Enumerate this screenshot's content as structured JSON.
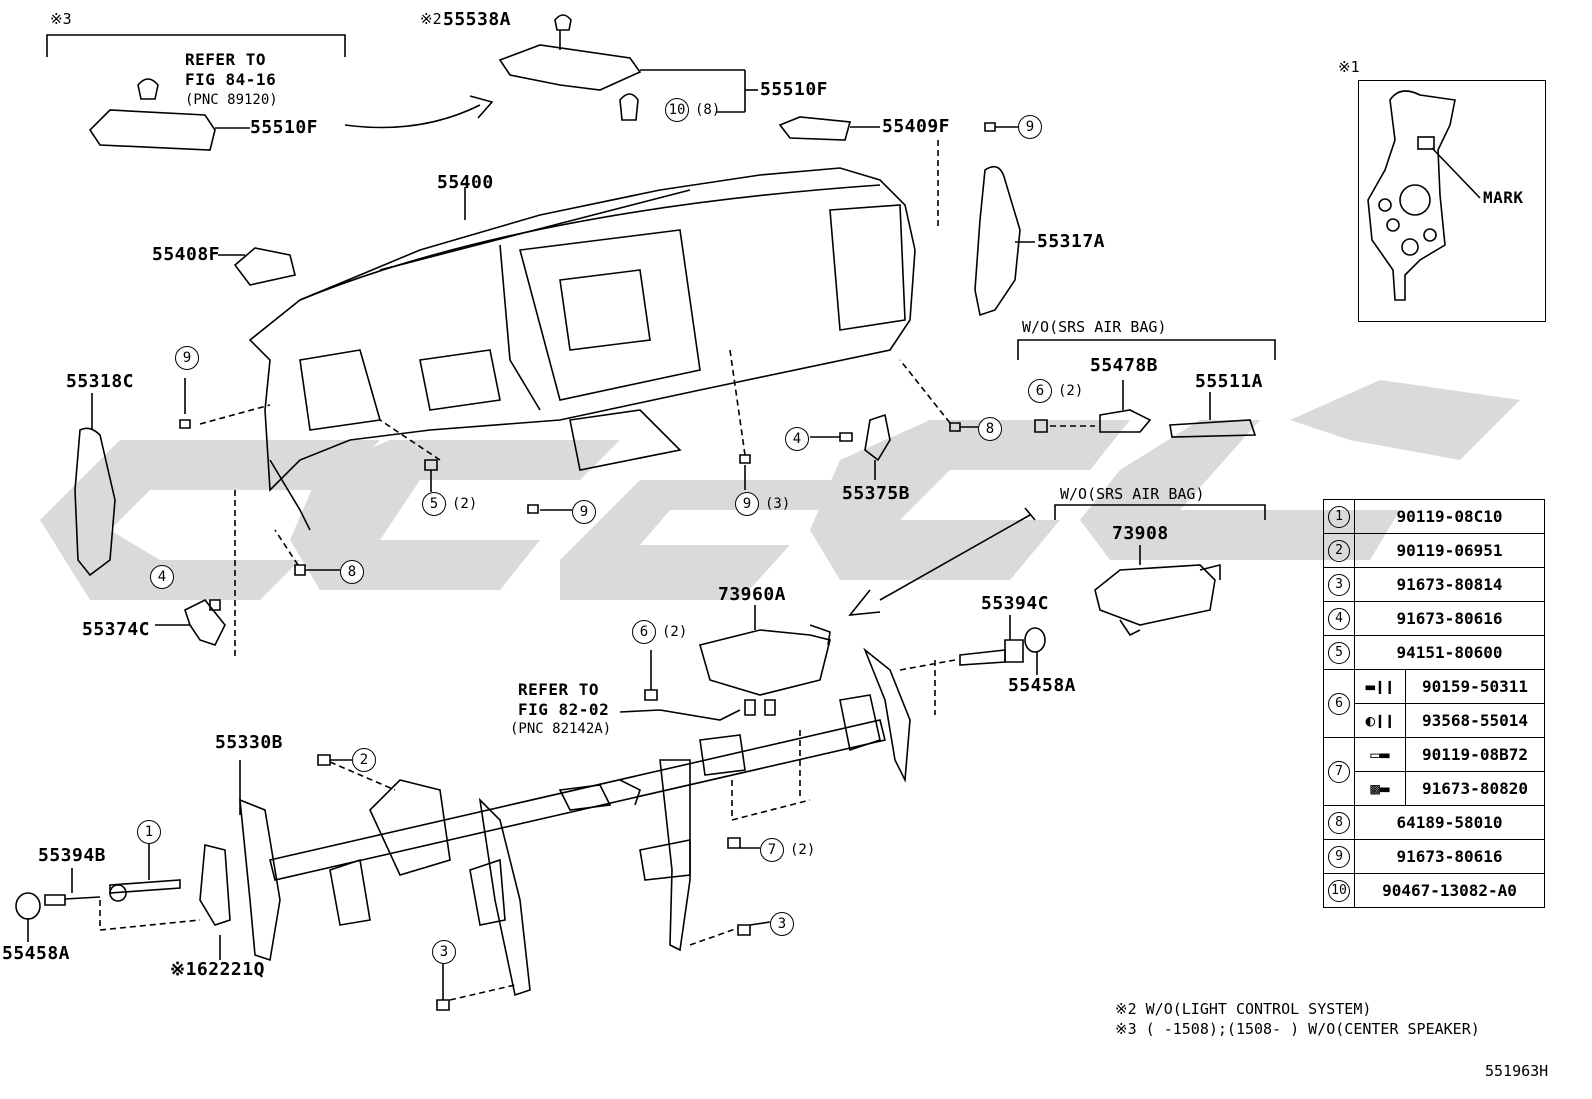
{
  "diagram_code": "551963H",
  "refer_84": {
    "line1": "REFER TO",
    "line2": "FIG 84-16",
    "line3": "(PNC 89120)"
  },
  "refer_82": {
    "line1": "REFER TO",
    "line2": "FIG 82-02",
    "line3": "(PNC 82142A)"
  },
  "marks": {
    "m1": "※1",
    "m2": "※2",
    "m3": "※3"
  },
  "mark_label": "MARK",
  "wo_srs_1": "W/O(SRS AIR BAG)",
  "wo_srs_2": "W/O(SRS AIR BAG)",
  "notes": {
    "note2": "※2 W/O(LIGHT CONTROL SYSTEM)",
    "note3": "※3 (      -1508);(1508-      ) W/O(CENTER SPEAKER)"
  },
  "parts": {
    "p55538A": "55538A",
    "p55510F_a": "55510F",
    "p55510F_b": "55510F",
    "p55409F": "55409F",
    "p55400": "55400",
    "p55408F": "55408F",
    "p55317A": "55317A",
    "p55318C": "55318C",
    "p55478B": "55478B",
    "p55511A": "55511A",
    "p55375B": "55375B",
    "p73908": "73908",
    "p73960A": "73960A",
    "p55394C": "55394C",
    "p55458A_a": "55458A",
    "p55374C": "55374C",
    "p55330B": "55330B",
    "p55394B": "55394B",
    "p55458A_b": "55458A",
    "p162221Q": "※162221Q"
  },
  "callouts": {
    "c10": "10",
    "q10": "(8)",
    "c9a": "9",
    "c6a": "6",
    "q6a": "(2)",
    "c9b": "9",
    "c5": "5",
    "q5": "(2)",
    "c9c": "9",
    "c9d": "9",
    "q9d": "(3)",
    "c4a": "4",
    "c8a": "8",
    "c8b": "8",
    "c4b": "4",
    "c6b": "6",
    "q6b": "(2)",
    "c2": "2",
    "c1": "1",
    "c7": "7",
    "q7": "(2)",
    "c3a": "3",
    "c3b": "3"
  },
  "legend": [
    {
      "num": "1",
      "parts": [
        "90119-08C10"
      ]
    },
    {
      "num": "2",
      "parts": [
        "90119-06951"
      ]
    },
    {
      "num": "3",
      "parts": [
        "91673-80814"
      ]
    },
    {
      "num": "4",
      "parts": [
        "91673-80616"
      ]
    },
    {
      "num": "5",
      "parts": [
        "94151-80600"
      ]
    },
    {
      "num": "6",
      "parts": [
        "90159-50311",
        "93568-55014"
      ]
    },
    {
      "num": "7",
      "parts": [
        "90119-08B72",
        "91673-80820"
      ]
    },
    {
      "num": "8",
      "parts": [
        "64189-58010"
      ]
    },
    {
      "num": "9",
      "parts": [
        "91673-80616"
      ]
    },
    {
      "num": "10",
      "parts": [
        "90467-13082-A0"
      ]
    }
  ]
}
